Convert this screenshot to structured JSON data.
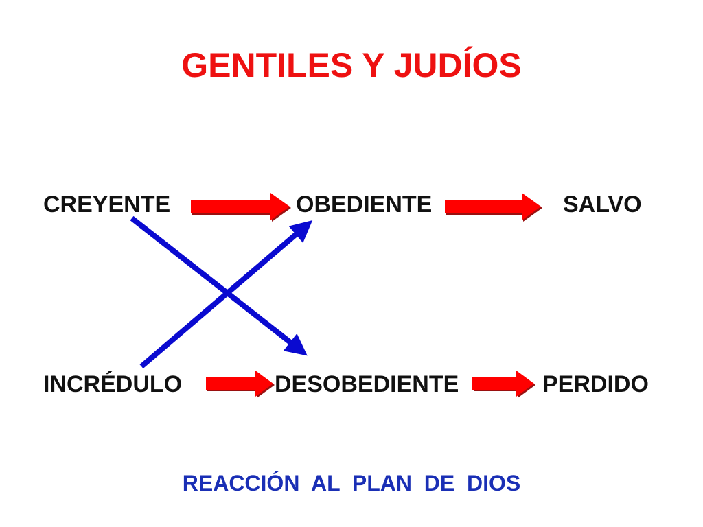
{
  "slide": {
    "title": "GENTILES Y JUDÍOS",
    "row_top": {
      "first": "CREYENTE",
      "second": "OBEDIENTE",
      "third": "SALVO"
    },
    "row_bottom": {
      "first": "INCRÉDULO",
      "second": "DESOBEDIENTE",
      "third": "PERDIDO"
    },
    "caption": "REACCIÓN  AL  PLAN  DE  DIOS"
  },
  "colors": {
    "title": "#ee1111",
    "text": "#111111",
    "caption": "#1a2fb5",
    "red_arrow": "#ff0000",
    "red_arrow_shadow": "#9a1010",
    "blue_arrow": "#0a0ad0"
  }
}
